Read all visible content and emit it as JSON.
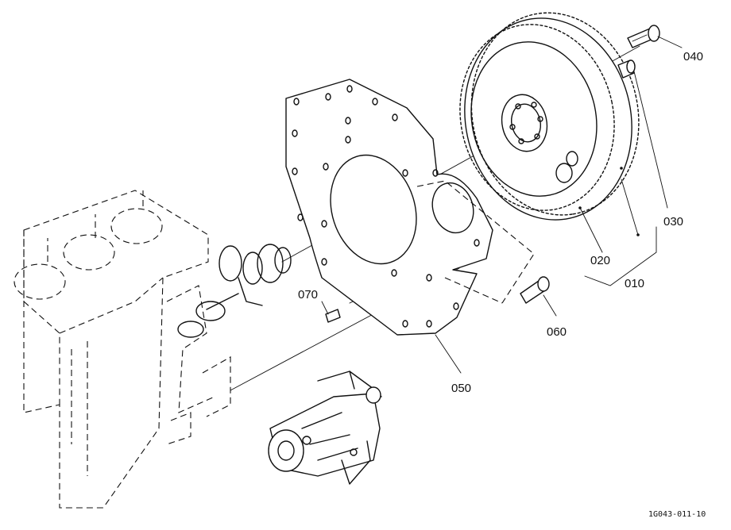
{
  "diagram": {
    "part_labels": {
      "p010": "010",
      "p020": "020",
      "p030": "030",
      "p040": "040",
      "p050": "050",
      "p060": "060",
      "p070": "070"
    },
    "reference_code": "1G043-011-10"
  }
}
